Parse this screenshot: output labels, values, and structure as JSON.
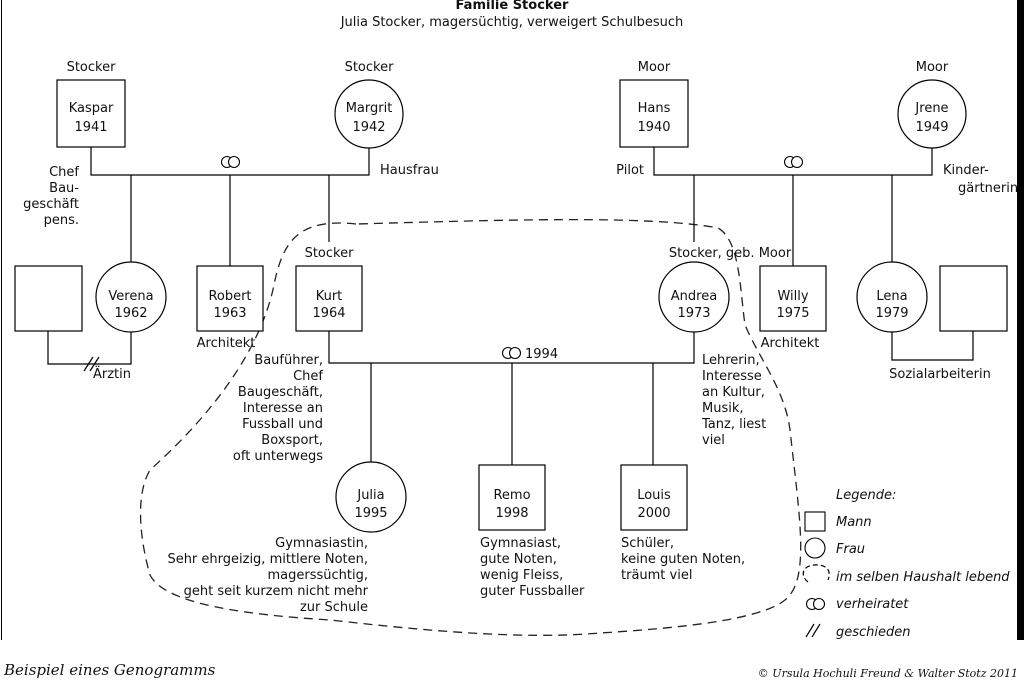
{
  "title": "Familie Stocker",
  "subtitle": "Julia Stocker, magersüchtig, verweigert Schulbesuch",
  "persons": {
    "kaspar": {
      "surname": "Stocker",
      "name": "Kaspar",
      "year": "1941",
      "note": [
        "Chef",
        "Bau-",
        "geschäft",
        "pens."
      ]
    },
    "margrit": {
      "surname": "Stocker",
      "name": "Margrit",
      "year": "1942",
      "note": [
        "Hausfrau"
      ]
    },
    "hans": {
      "surname": "Moor",
      "name": "Hans",
      "year": "1940",
      "note": [
        "Pilot"
      ]
    },
    "jrene": {
      "surname": "Moor",
      "name": "Jrene",
      "year": "1949",
      "note": [
        "Kinder-",
        "gärtnerin"
      ]
    },
    "verena": {
      "name": "Verena",
      "year": "1962",
      "note": [
        "Ärztin"
      ]
    },
    "robert": {
      "name": "Robert",
      "year": "1963",
      "note": [
        "Architekt"
      ]
    },
    "kurt": {
      "surname": "Stocker",
      "name": "Kurt",
      "year": "1964",
      "note": [
        "Bauführer,",
        "Chef",
        "Baugeschäft,",
        "Interesse an",
        "Fussball und",
        "Boxsport,",
        "oft unterwegs"
      ]
    },
    "andrea": {
      "surname": "Stocker, geb. Moor",
      "name": "Andrea",
      "year": "1973",
      "note": [
        "Lehrerin,",
        "Interesse",
        "an Kultur,",
        "Musik,",
        "Tanz, liest",
        "viel"
      ]
    },
    "willy": {
      "name": "Willy",
      "year": "1975",
      "note": [
        "Architekt"
      ]
    },
    "lena": {
      "name": "Lena",
      "year": "1979",
      "note": [
        "Sozialarbeiterin"
      ]
    },
    "julia": {
      "name": "Julia",
      "year": "1995",
      "note": [
        "Gymnasiastin,",
        "Sehr ehrgeizig, mittlere Noten,",
        "magerssüchtig,",
        "geht seit kurzem nicht mehr",
        "zur Schule"
      ]
    },
    "remo": {
      "name": "Remo",
      "year": "1998",
      "note": [
        "Gymnasiast,",
        "gute Noten,",
        "wenig Fleiss,",
        "guter Fussballer"
      ]
    },
    "louis": {
      "name": "Louis",
      "year": "2000",
      "note": [
        "Schüler,",
        "keine guten Noten,",
        "träumt viel"
      ]
    }
  },
  "marriage_year": "1994",
  "legend": {
    "title": "Legende:",
    "items": [
      "Mann",
      "Frau",
      "im selben Haushalt lebend",
      "verheiratet",
      "geschieden"
    ]
  },
  "footer": {
    "left": "Beispiel eines Genogramms",
    "right": "© Ursula Hochuli Freund & Walter Stotz 2011"
  }
}
